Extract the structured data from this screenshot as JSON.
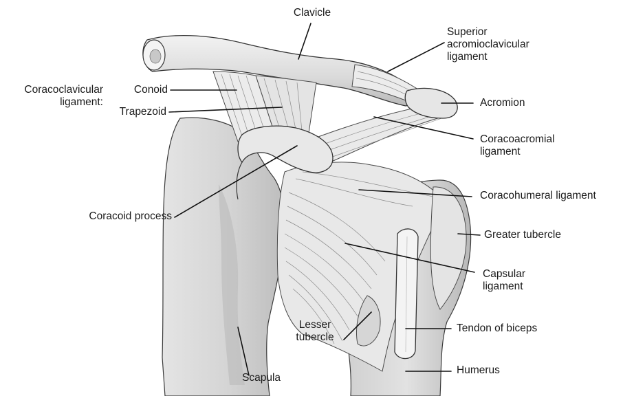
{
  "labels": {
    "clavicle": "Clavicle",
    "superior_ac_1": "Superior",
    "superior_ac_2": "acromioclavicular",
    "superior_ac_3": "ligament",
    "coracoclavicular_1": "Coracoclavicular",
    "coracoclavicular_2": "ligament:",
    "conoid": "Conoid",
    "trapezoid": "Trapezoid",
    "acromion": "Acromion",
    "coracoacromial_1": "Coracoacromial",
    "coracoacromial_2": "ligament",
    "coracohumeral": "Coracohumeral ligament",
    "coracoid_process": "Coracoid process",
    "greater_tubercle": "Greater tubercle",
    "capsular_1": "Capsular",
    "capsular_2": "ligament",
    "lesser_1": "Lesser",
    "lesser_2": "tubercle",
    "tendon_biceps": "Tendon of biceps",
    "scapula": "Scapula",
    "humerus": "Humerus"
  },
  "colors": {
    "bone_fill": "#dcdcdc",
    "bone_light": "#eeeeee",
    "bone_shadow": "#a8a8a8",
    "ligament_fill": "#e6e6e6",
    "outline": "#3a3a3a",
    "leader_line": "#111111",
    "text": "#1a1a1a"
  }
}
